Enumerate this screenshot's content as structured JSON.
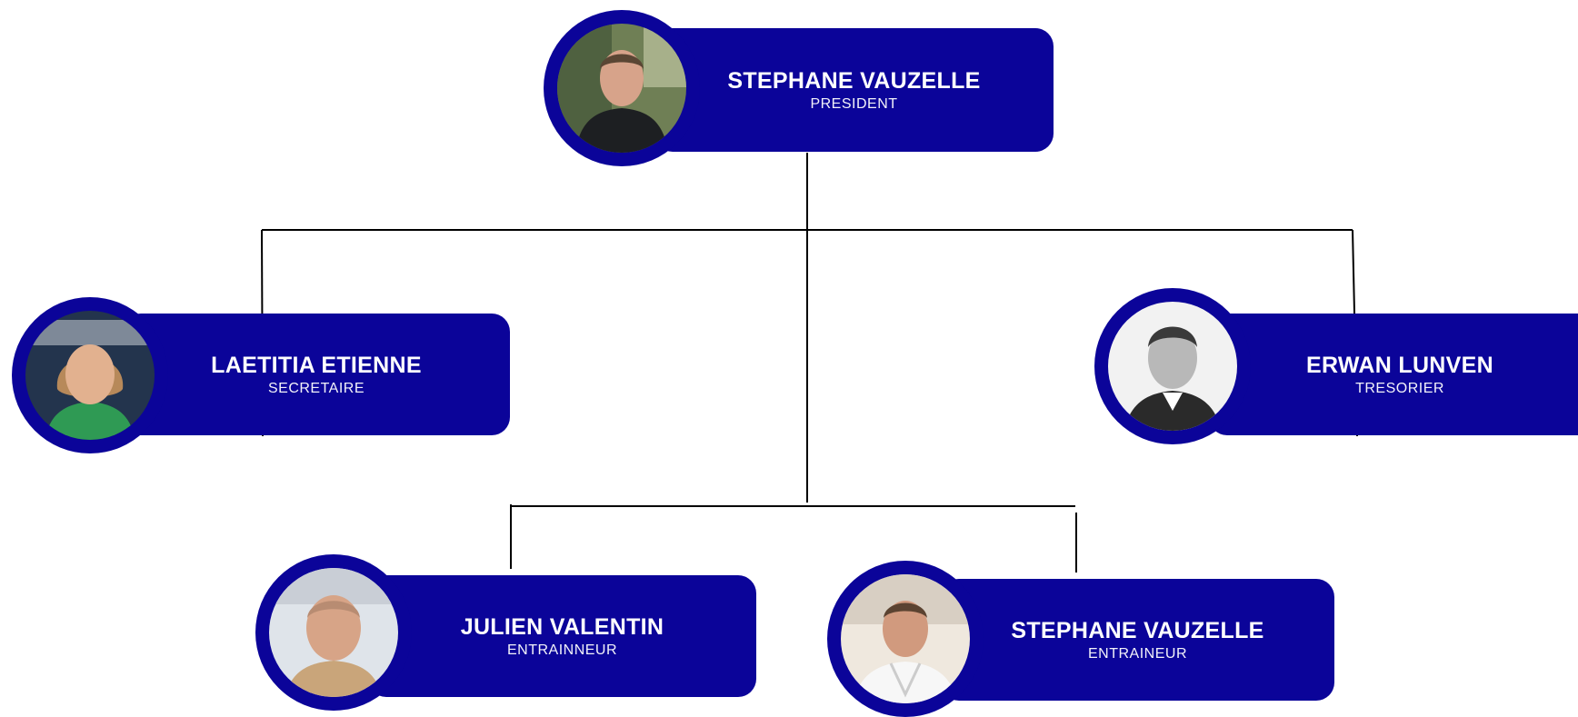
{
  "org_chart": {
    "members": [
      {
        "id": "president",
        "name": "STEPHANE VAUZELLE",
        "role": "PRESIDENT",
        "photo_icon": "person-photo-icon"
      },
      {
        "id": "secretary",
        "name": "LAETITIA ETIENNE",
        "role": "SECRETAIRE",
        "photo_icon": "person-photo-icon"
      },
      {
        "id": "treasurer",
        "name": "ERWAN LUNVEN",
        "role": "TRESORIER",
        "photo_icon": "person-photo-icon"
      },
      {
        "id": "coach-1",
        "name": "JULIEN VALENTIN",
        "role": "ENTRAINNEUR",
        "photo_icon": "person-photo-icon"
      },
      {
        "id": "coach-2",
        "name": "STEPHANE VAUZELLE",
        "role": "ENTRAINEUR",
        "photo_icon": "person-photo-icon"
      }
    ],
    "colors": {
      "card": "#0b0499",
      "text": "#ffffff",
      "connector": "#000000"
    }
  }
}
